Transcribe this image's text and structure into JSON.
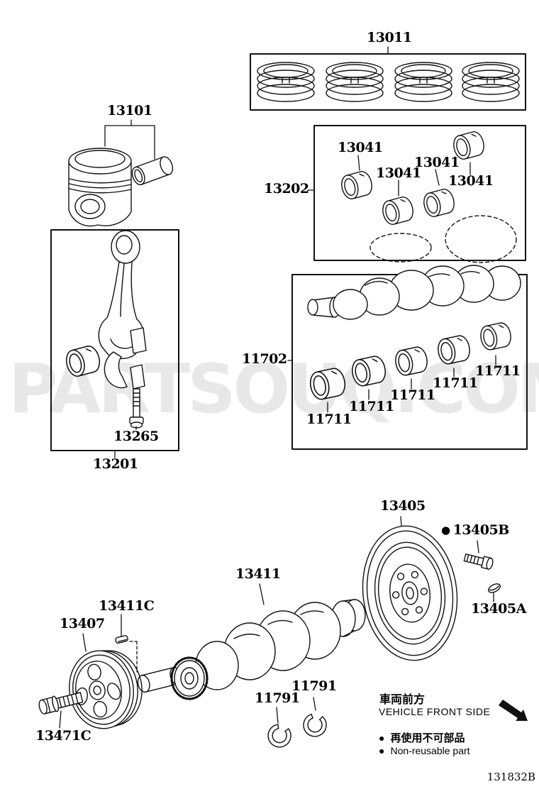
{
  "watermark": "PARTSOUQ.COM",
  "doc_code": "131832B",
  "parts": {
    "piston_ring_set": "13011",
    "piston": "13101",
    "rod_bearing_set": "13202",
    "rod_bearing": "13041",
    "main_bearing_set": "11702",
    "main_bearing": "11711",
    "rod_bolt": "13265",
    "connecting_rod": "13201",
    "flywheel": "13405",
    "flywheel_bolt": "13405B",
    "flywheel_pin": "13405A",
    "crankshaft": "13411",
    "crankshaft_key": "13411C",
    "pulley": "13407",
    "pulley_bolt": "13471C",
    "thrust_washer": "11791"
  },
  "footer": {
    "bullet": "●",
    "front_jp": "車両前方",
    "front_en": "VEHICLE FRONT SIDE",
    "non_reusable_jp": "再使用不可部品",
    "non_reusable_en": "Non-reusable part"
  }
}
